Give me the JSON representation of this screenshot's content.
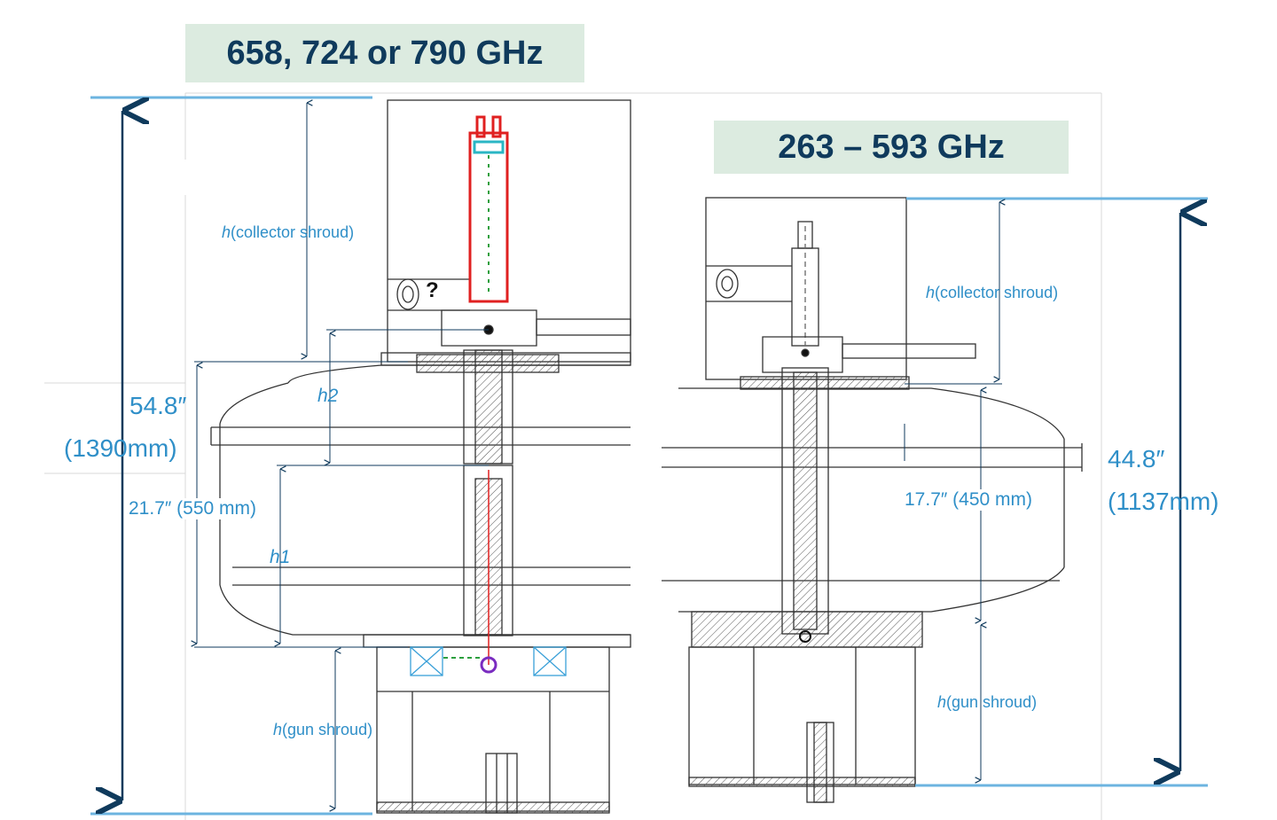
{
  "left_drawing": {
    "title": "658, 724 or 790 GHz",
    "total_height_in": "54.8″",
    "total_height_mm": "(1390mm)",
    "collector_label_var": "h",
    "collector_label_text": "(collector shroud)",
    "h2_label": "h2",
    "h1_label": "h1",
    "spacing_label": "21.7″ (550 mm)",
    "gun_label_var": "h",
    "gun_label_text": "(gun shroud)",
    "question_mark": "?"
  },
  "right_drawing": {
    "title": "263 – 593 GHz",
    "total_height_in": "44.8″",
    "total_height_mm": "(1137mm)",
    "collector_label_var": "h",
    "collector_label_text": "(collector shroud)",
    "spacing_label": "17.7″ (450 mm)",
    "gun_label_var": "h",
    "gun_label_text": "(gun shroud)"
  },
  "colors": {
    "title_bg": "#dcebe0",
    "title_text": "#0f3a5c",
    "dimension_arrow": "#0f3a5c",
    "label_blue": "#2f8fc8",
    "limit_line": "#6cb4e0",
    "tube_highlight": "#e02020"
  }
}
